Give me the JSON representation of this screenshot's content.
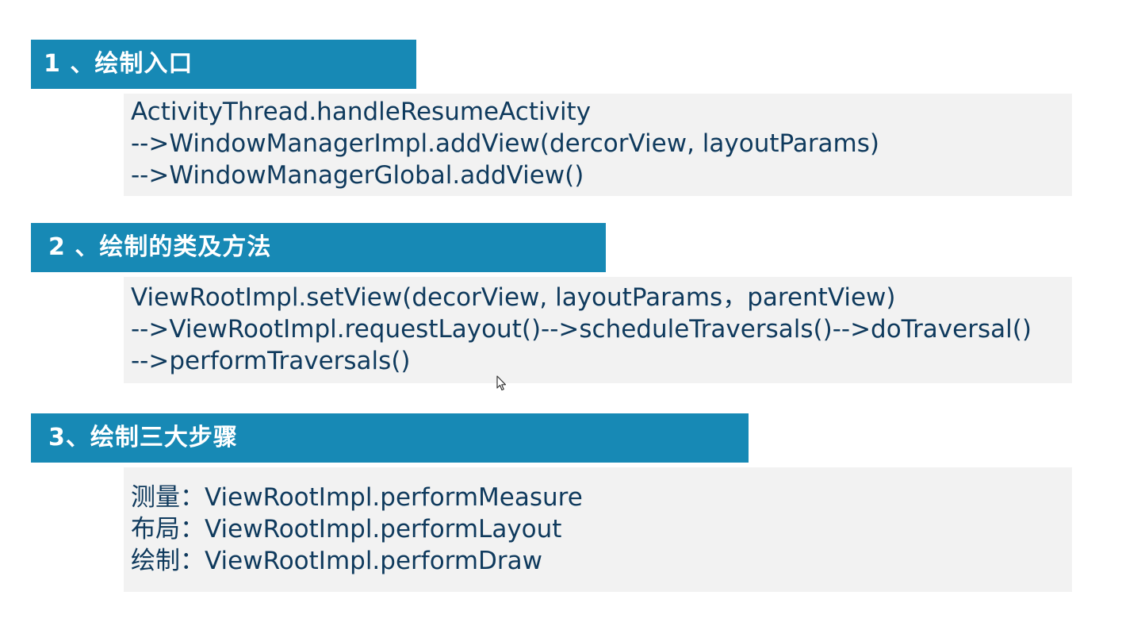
{
  "sections": [
    {
      "title": "1 、绘制入口",
      "lines": [
        "ActivityThread.handleResumeActivity",
        "-->WindowManagerImpl.addView(dercorView, layoutParams)",
        "-->WindowManagerGlobal.addView()"
      ]
    },
    {
      "title": "2 、绘制的类及方法",
      "lines": [
        "ViewRootImpl.setView(decorView, layoutParams，parentView)",
        "-->ViewRootImpl.requestLayout()-->scheduleTraversals()-->doTraversal()",
        "-->performTraversals()"
      ]
    },
    {
      "title": "3、绘制三大步骤",
      "lines": [
        "测量：ViewRootImpl.performMeasure",
        "布局：ViewRootImpl.performLayout",
        "绘制：ViewRootImpl.performDraw"
      ]
    }
  ],
  "colors": {
    "header_bg": "#1789b5",
    "header_text": "#ffffff",
    "block_bg": "#f2f2f2",
    "block_text": "#0f3a5d"
  },
  "icons": {
    "cursor": "mouse-pointer-icon"
  }
}
